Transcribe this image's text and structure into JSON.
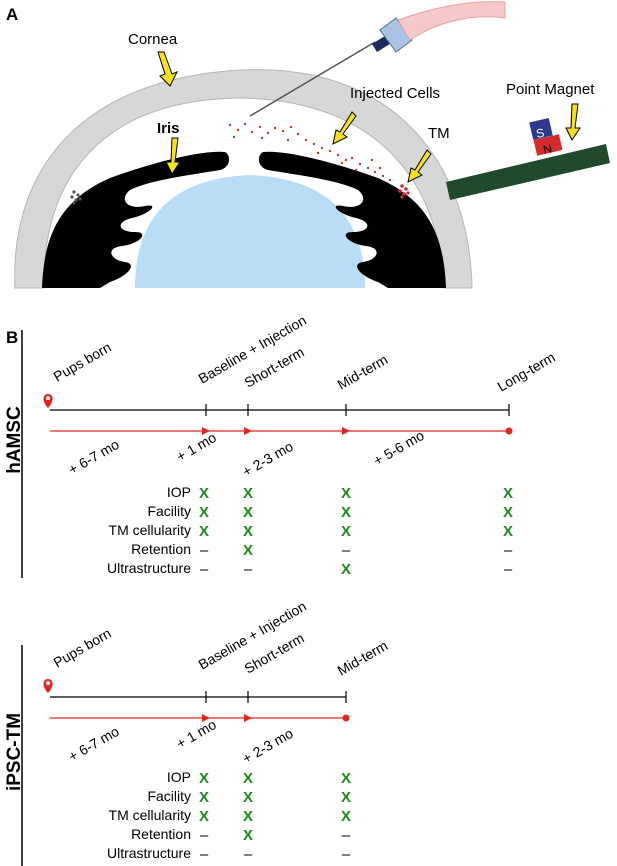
{
  "panel_a": {
    "letter": "A",
    "labels": {
      "cornea": "Cornea",
      "iris": "Iris",
      "injected_cells": "Injected Cells",
      "tm": "TM",
      "point_magnet": "Point Magnet",
      "magnet_south": "S",
      "magnet_north": "N"
    },
    "colors": {
      "cornea": "#d6d7d9",
      "iris": "#000000",
      "lens": "#b9dcf7",
      "cells": "#c0392b",
      "magnet_bar": "#1f4a2c",
      "magnet_south": "#2d3a8c",
      "magnet_north": "#d62a2a",
      "arrow": "#f7e11a"
    }
  },
  "panel_b": {
    "letter": "B",
    "colors": {
      "timeline_red": "#e0261e",
      "check_green": "#1a8a1a"
    },
    "timelines": [
      {
        "name": "hAMSC",
        "event_labels": [
          "Pups born",
          "Baseline + Injection",
          "Short-term",
          "Mid-term",
          "Long-term"
        ],
        "interval_labels": [
          "+ 6-7 mo",
          "+ 1 mo",
          "+ 2-3 mo",
          "+ 5-6 mo"
        ],
        "row_labels": [
          "IOP",
          "Facility",
          "TM cellularity",
          "Retention",
          "Ultrastructure"
        ],
        "marks": [
          [
            "X",
            "X",
            "X",
            "X"
          ],
          [
            "X",
            "X",
            "X",
            "X"
          ],
          [
            "X",
            "X",
            "X",
            "X"
          ],
          [
            "–",
            "X",
            "–",
            "–"
          ],
          [
            "–",
            "–",
            "X",
            "–"
          ]
        ]
      },
      {
        "name": "iPSC-TM",
        "event_labels": [
          "Pups born",
          "Baseline + Injection",
          "Short-term",
          "Mid-term"
        ],
        "interval_labels": [
          "+ 6-7 mo",
          "+ 1 mo",
          "+ 2-3 mo"
        ],
        "row_labels": [
          "IOP",
          "Facility",
          "TM cellularity",
          "Retention",
          "Ultrastructure"
        ],
        "marks": [
          [
            "X",
            "X",
            "X"
          ],
          [
            "X",
            "X",
            "X"
          ],
          [
            "X",
            "X",
            "X"
          ],
          [
            "–",
            "X",
            "–"
          ],
          [
            "–",
            "–",
            "–"
          ]
        ]
      }
    ]
  }
}
